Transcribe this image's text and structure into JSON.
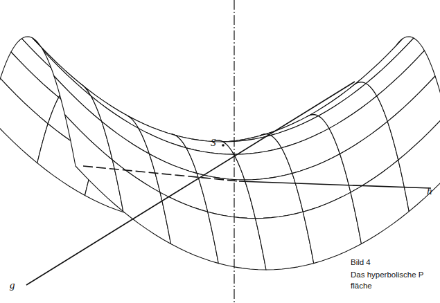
{
  "diagram": {
    "caption": "Das hyperbolische P fläche",
    "labels": [
      "S",
      "g",
      "h",
      "Bild 4"
    ]
  }
}
